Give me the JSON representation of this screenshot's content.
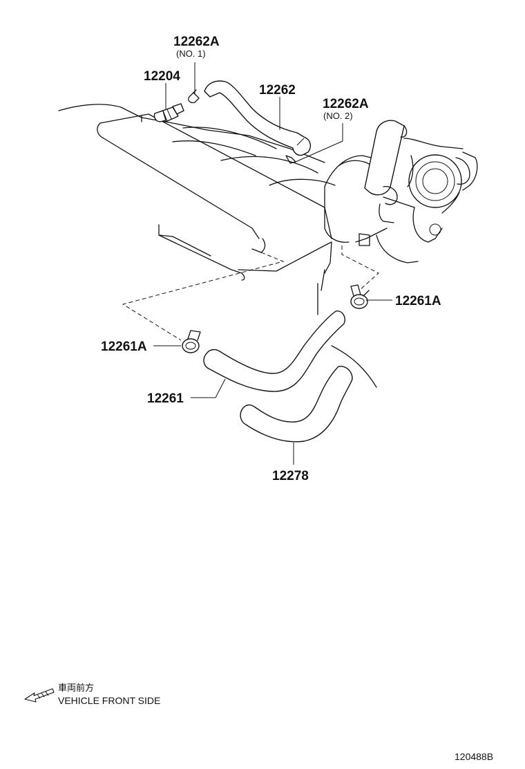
{
  "parts": {
    "p12262A_no1": {
      "number": "12262A",
      "note": "(NO. 1)"
    },
    "p12204": {
      "number": "12204"
    },
    "p12262": {
      "number": "12262"
    },
    "p12262A_no2": {
      "number": "12262A",
      "note": "(NO. 2)"
    },
    "p12261A_right": {
      "number": "12261A"
    },
    "p12261A_left": {
      "number": "12261A"
    },
    "p12261": {
      "number": "12261"
    },
    "p12278": {
      "number": "12278"
    }
  },
  "direction": {
    "japanese": "車両前方",
    "english": "VEHICLE FRONT SIDE",
    "icon": "left-down-arrow-icon"
  },
  "diagram_code": "120488B"
}
